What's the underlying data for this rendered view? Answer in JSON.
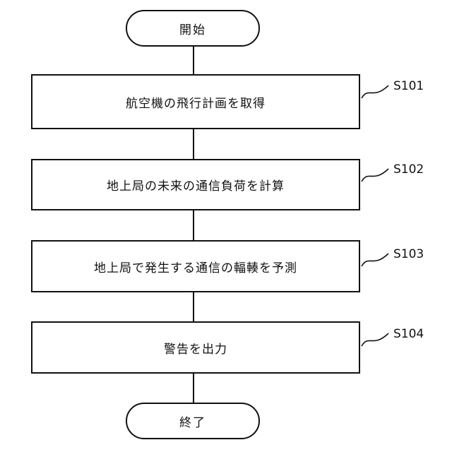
{
  "flowchart": {
    "start_label": "開始",
    "end_label": "終了",
    "steps": [
      {
        "text": "航空機の飛行計画を取得",
        "label": "S101"
      },
      {
        "text": "地上局の未来の通信負荷を計算",
        "label": "S102"
      },
      {
        "text": "地上局で発生する通信の輻輳を予測",
        "label": "S103"
      },
      {
        "text": "警告を出力",
        "label": "S104"
      }
    ],
    "colors": {
      "line": "#111111",
      "background": "#ffffff"
    }
  }
}
